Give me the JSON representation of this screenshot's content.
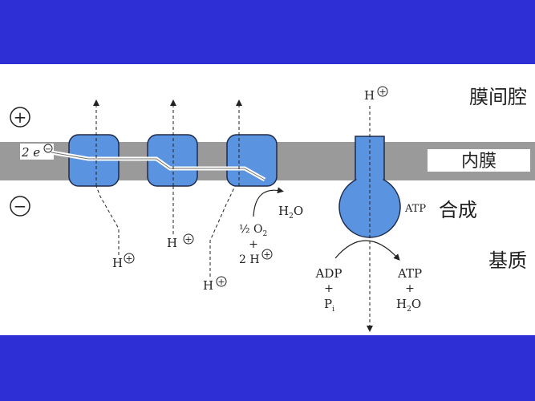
{
  "labels": {
    "intermembrane_space": "膜间腔",
    "inner_membrane": "内膜",
    "synthesis": "合成",
    "matrix": "基质",
    "positive_sign": "+",
    "negative_sign": "−",
    "electrons": "2 e",
    "electrons_charge": "−",
    "proton": "H",
    "proton_charge": "+",
    "atp_on_synthase": "ATP",
    "water_product": "H",
    "water_sub": "2",
    "water_o": "O",
    "oxygen_half": "½ O",
    "oxygen_sub": "2",
    "plus": "+",
    "two_protons": "2 H",
    "adp": "ADP",
    "pi": "P",
    "pi_sub": "i",
    "atp_out": "ATP",
    "water_out": "H",
    "water_out_sub": "2",
    "water_out_o": "O"
  },
  "colors": {
    "frame": "#2f2fd6",
    "panel": "#ffffff",
    "membrane": "#9a9a9a",
    "complex_fill": "#5a93e0",
    "complex_stroke": "#1f2b4a",
    "text": "#222222"
  }
}
